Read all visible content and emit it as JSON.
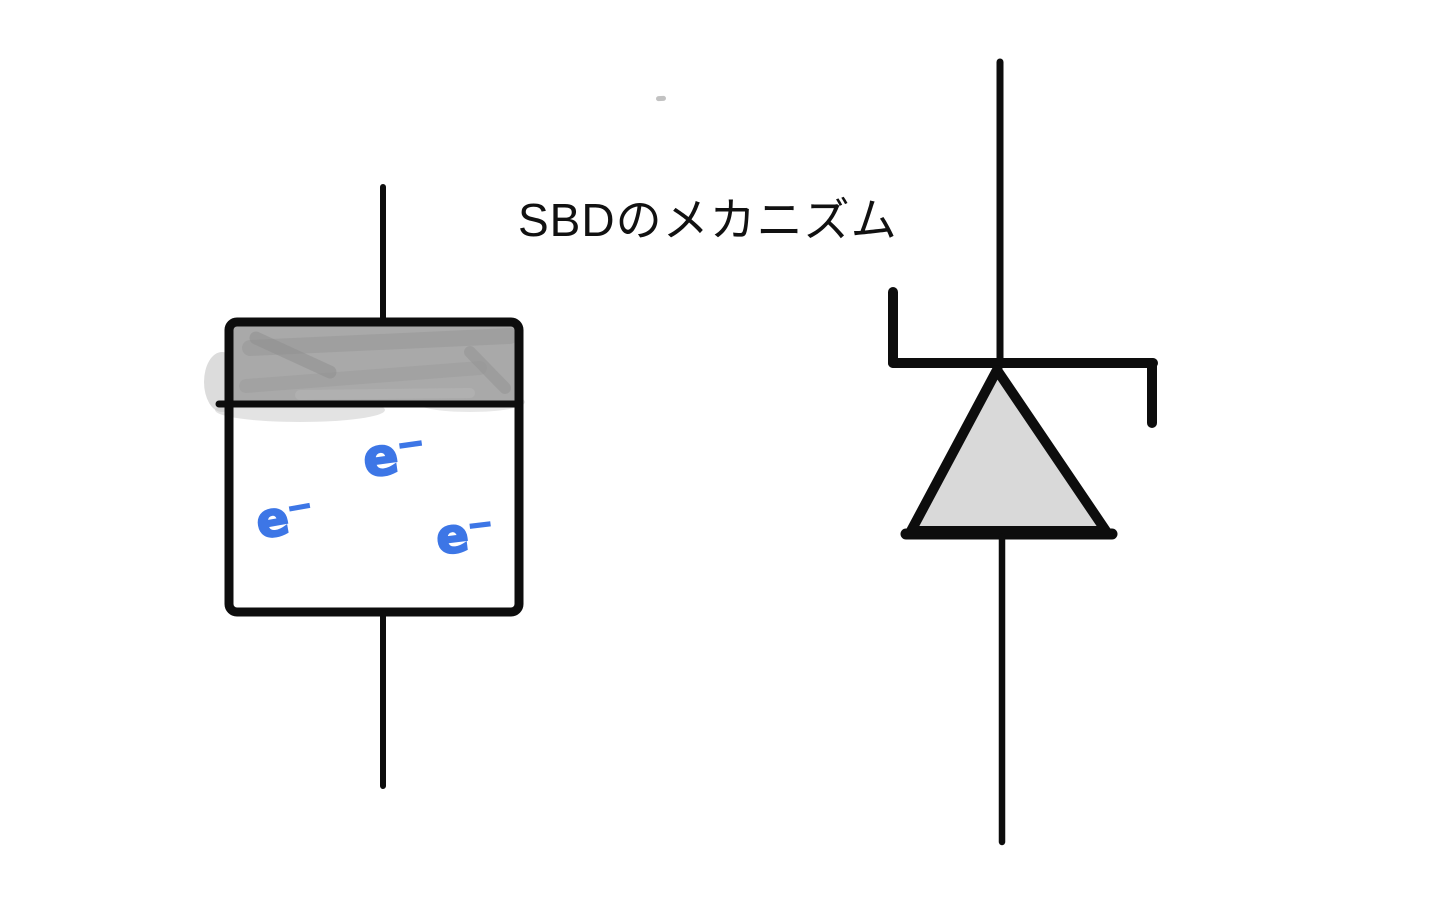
{
  "title": "SBDのメカニズム",
  "colors": {
    "ink": "#0d0d0d",
    "electron_blue": "#3d76e6",
    "metal_band_gray": "#a9a9a9",
    "metal_smudge_gray": "#c6c6c6",
    "triangle_fill_gray": "#d9d9d9",
    "background": "#ffffff"
  },
  "left_diagram": {
    "electrons": [
      {
        "label": "e⁻"
      },
      {
        "label": "e⁻"
      },
      {
        "label": "e⁻"
      }
    ]
  },
  "right_diagram": {
    "symbol": "schottky-barrier-diode"
  }
}
